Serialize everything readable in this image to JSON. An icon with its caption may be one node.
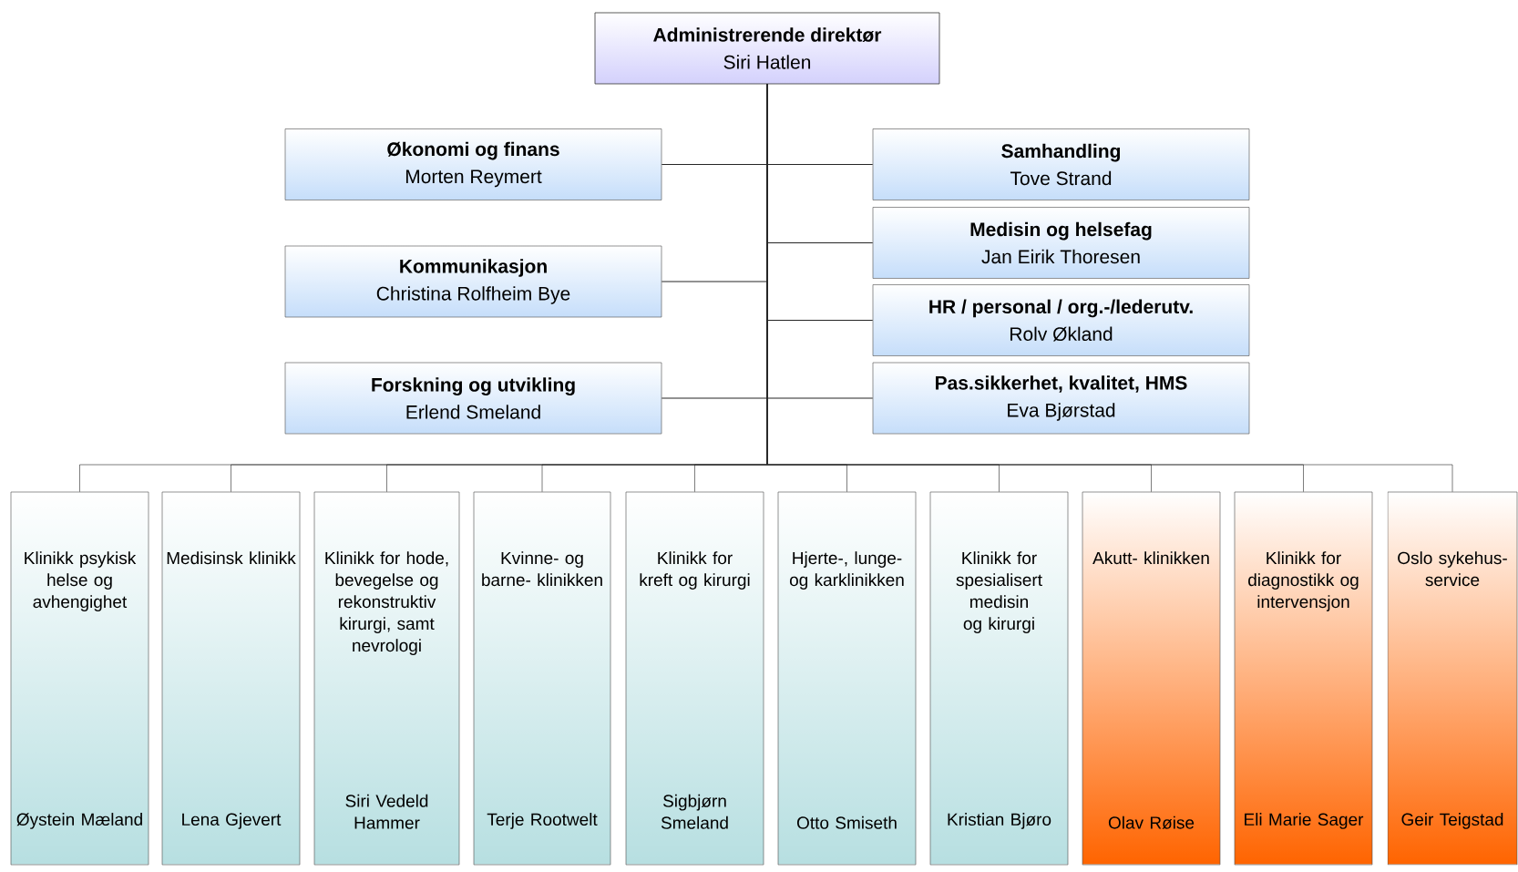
{
  "diagram": {
    "nodes": [
      {
        "text": [
          "Administrerende direktør",
          "Siri Hatlen"
        ]
      },
      {
        "text": [
          "Økonomi og finans",
          "Morten Reymert"
        ]
      },
      {
        "text": [
          "Samhandling",
          "Tove Strand"
        ]
      },
      {
        "text": [
          "Medisin og helsefag",
          "Jan Eirik Thoresen"
        ]
      },
      {
        "text": [
          "Kommunikasjon",
          "Christina Rolfheim Bye"
        ]
      },
      {
        "text": [
          "HR / personal / org.-/lederutv.",
          "Rolv Økland"
        ]
      },
      {
        "text": [
          "Forskning og utvikling",
          "Erlend Smeland"
        ]
      },
      {
        "text": [
          "Pas.sikkerhet, kvalitet, HMS",
          "Eva Bjørstad"
        ]
      },
      {
        "text": [
          "Klinikk psykisk helse og avhengighet",
          "Øystein Mæland"
        ]
      },
      {
        "text": [
          "Medisinsk klinikk",
          "Lena Gjevert"
        ]
      },
      {
        "text": [
          "Klinikk for hode, bevegelse og rekonstruktiv kirurgi, samt nevrologi",
          "Siri Vedeld Hammer"
        ]
      },
      {
        "text": [
          "Kvinne- og barne- klinikken",
          "Terje Rootwelt"
        ]
      },
      {
        "text": [
          "Klinikk for kreft og kirurgi",
          "Sigbjørn Smeland"
        ]
      },
      {
        "text": [
          "Hjerte-, lunge- og karklinikken",
          "Otto Smiseth"
        ]
      },
      {
        "text": [
          "Klinikk for spesialisert medisin og kirurgi",
          "Kristian Bjøro"
        ]
      },
      {
        "text": [
          "Akutt- klinikken",
          "Olav Røise"
        ]
      },
      {
        "text": [
          "Klinikk for diagnostikk og intervensjon",
          "Eli Marie Sager"
        ]
      },
      {
        "text": [
          "Oslo sykehus- service",
          "Geir Teigstad"
        ]
      }
    ],
    "edges": [
      {
        "from": 0,
        "to": 1,
        "arrow": "none"
      },
      {
        "from": 0,
        "to": 2,
        "arrow": "none"
      },
      {
        "from": 0,
        "to": 3,
        "arrow": "none"
      },
      {
        "from": 0,
        "to": 4,
        "arrow": "none"
      },
      {
        "from": 0,
        "to": 5,
        "arrow": "none"
      },
      {
        "from": 0,
        "to": 6,
        "arrow": "none"
      },
      {
        "from": 0,
        "to": 7,
        "arrow": "none"
      },
      {
        "from": 0,
        "to": 8,
        "arrow": "none"
      },
      {
        "from": 0,
        "to": 9,
        "arrow": "none"
      },
      {
        "from": 0,
        "to": 10,
        "arrow": "none"
      },
      {
        "from": 0,
        "to": 11,
        "arrow": "none"
      },
      {
        "from": 0,
        "to": 12,
        "arrow": "none"
      },
      {
        "from": 0,
        "to": 13,
        "arrow": "none"
      },
      {
        "from": 0,
        "to": 14,
        "arrow": "none"
      },
      {
        "from": 0,
        "to": 15,
        "arrow": "none"
      },
      {
        "from": 0,
        "to": 16,
        "arrow": "none"
      },
      {
        "from": 0,
        "to": 17,
        "arrow": "none"
      }
    ]
  }
}
